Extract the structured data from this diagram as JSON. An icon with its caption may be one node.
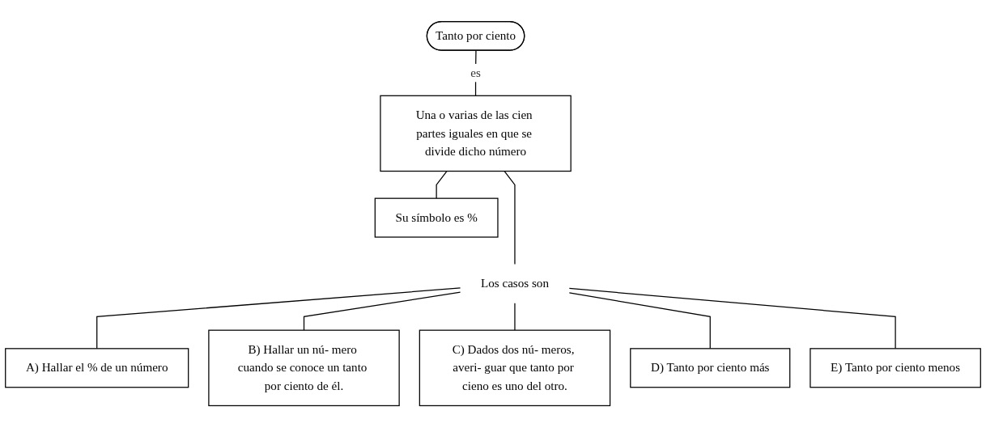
{
  "diagram": {
    "nodes": [
      {
        "text": [
          "Tanto por ciento"
        ]
      },
      {
        "text": [
          "Una o varias de las cien partes iguales en que se divide dicho número"
        ]
      },
      {
        "text": [
          "Su símbolo es %"
        ]
      },
      {
        "text": [
          "Los casos son"
        ]
      },
      {
        "text": [
          "A) Hallar el % de un número"
        ]
      },
      {
        "text": [
          "B) Hallar un nú- mero cuando se conoce un tanto por ciento de él."
        ]
      },
      {
        "text": [
          "C) Dados dos nú- meros, averi- guar que tanto por cieno es uno del otro."
        ]
      },
      {
        "text": [
          "D) Tanto por ciento más"
        ]
      },
      {
        "text": [
          "E) Tanto por ciento menos"
        ]
      }
    ],
    "edges": [
      {
        "from": 0,
        "to": 1,
        "label": "es",
        "arrow": "none"
      },
      {
        "from": 1,
        "to": 2,
        "arrow": "none"
      },
      {
        "from": 1,
        "to": 3,
        "arrow": "none"
      },
      {
        "from": 3,
        "to": 4,
        "arrow": "none"
      },
      {
        "from": 3,
        "to": 5,
        "arrow": "none"
      },
      {
        "from": 3,
        "to": 6,
        "arrow": "none"
      },
      {
        "from": 3,
        "to": 7,
        "arrow": "none"
      },
      {
        "from": 3,
        "to": 8,
        "arrow": "none"
      }
    ]
  }
}
